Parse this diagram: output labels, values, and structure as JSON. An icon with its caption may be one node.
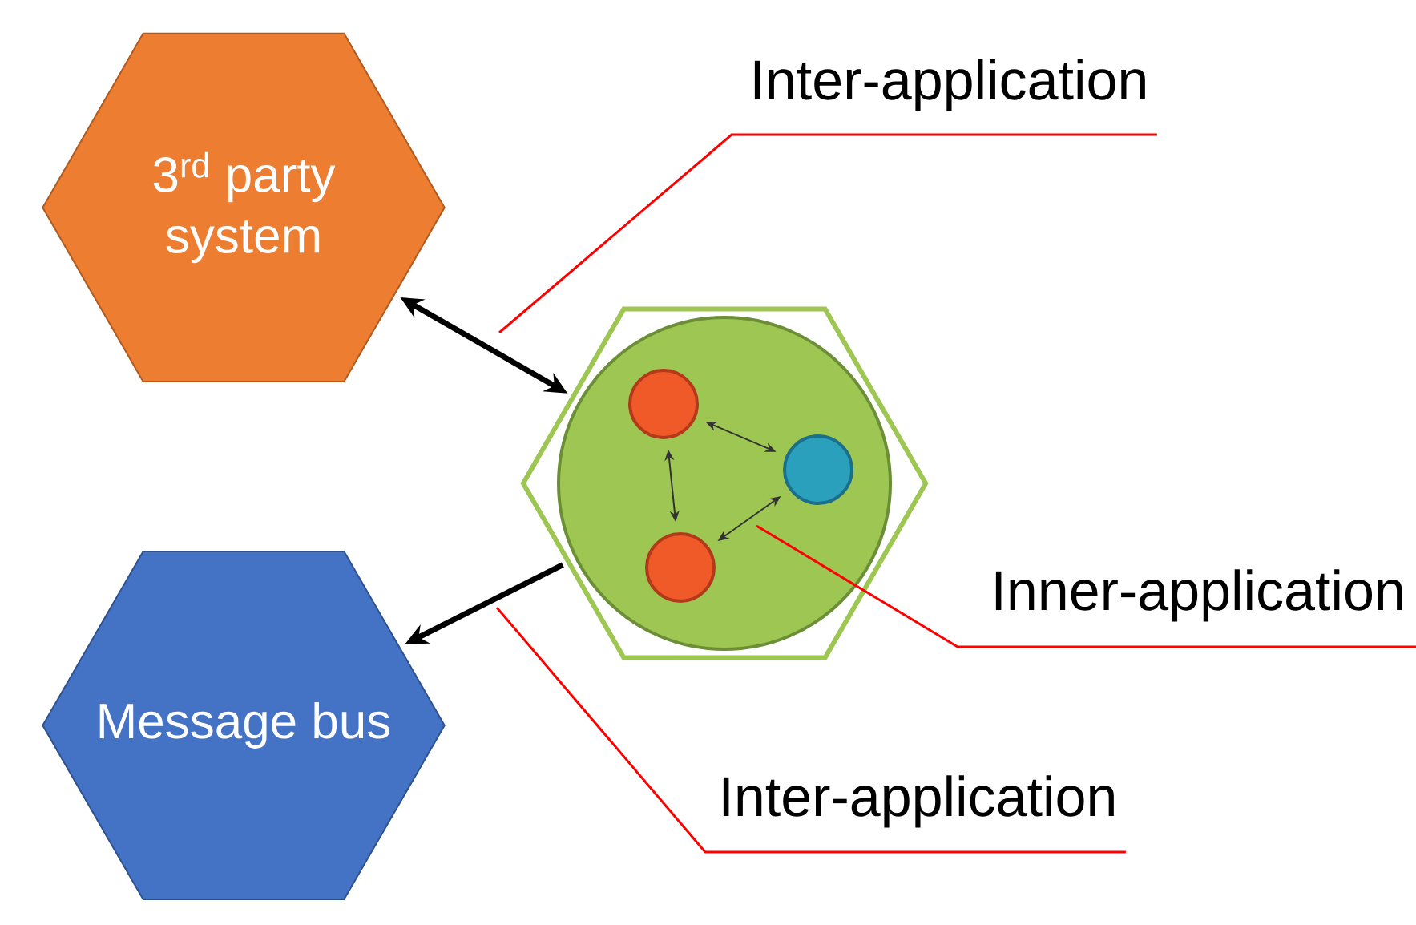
{
  "diagram": {
    "nodes": [
      {
        "text": [
          "3$^{rd}$ party system"
        ]
      },
      {
        "text": [
          "Message bus"
        ]
      },
      {
        "text": [],
        "shape": "hexagon"
      },
      {
        "text": [],
        "shape": "circle",
        "in": 2
      },
      {
        "text": [],
        "shape": "circle",
        "in": 3
      },
      {
        "text": [],
        "shape": "circle",
        "in": 3
      },
      {
        "text": [],
        "shape": "circle",
        "in": 3
      },
      {
        "text": [
          "Inter-application"
        ]
      },
      {
        "text": [
          "Inner-application"
        ]
      },
      {
        "text": [
          "Inter-application"
        ]
      }
    ],
    "edges": [
      {
        "from": 0,
        "to": 2,
        "arrow": "both",
        "style": "thick"
      },
      {
        "from": 2,
        "to": 1,
        "arrow": "to",
        "style": "thick"
      },
      {
        "from": 4,
        "to": 5,
        "arrow": "both"
      },
      {
        "from": 4,
        "to": 6,
        "arrow": "both"
      },
      {
        "from": 6,
        "to": 5,
        "arrow": "both"
      },
      {
        "from": 7,
        "to": null,
        "arrow": "none",
        "color": "#ff0000"
      },
      {
        "from": 8,
        "to": null,
        "arrow": "none",
        "color": "#ff0000"
      },
      {
        "from": 9,
        "to": null,
        "arrow": "none",
        "color": "#ff0000"
      }
    ]
  }
}
